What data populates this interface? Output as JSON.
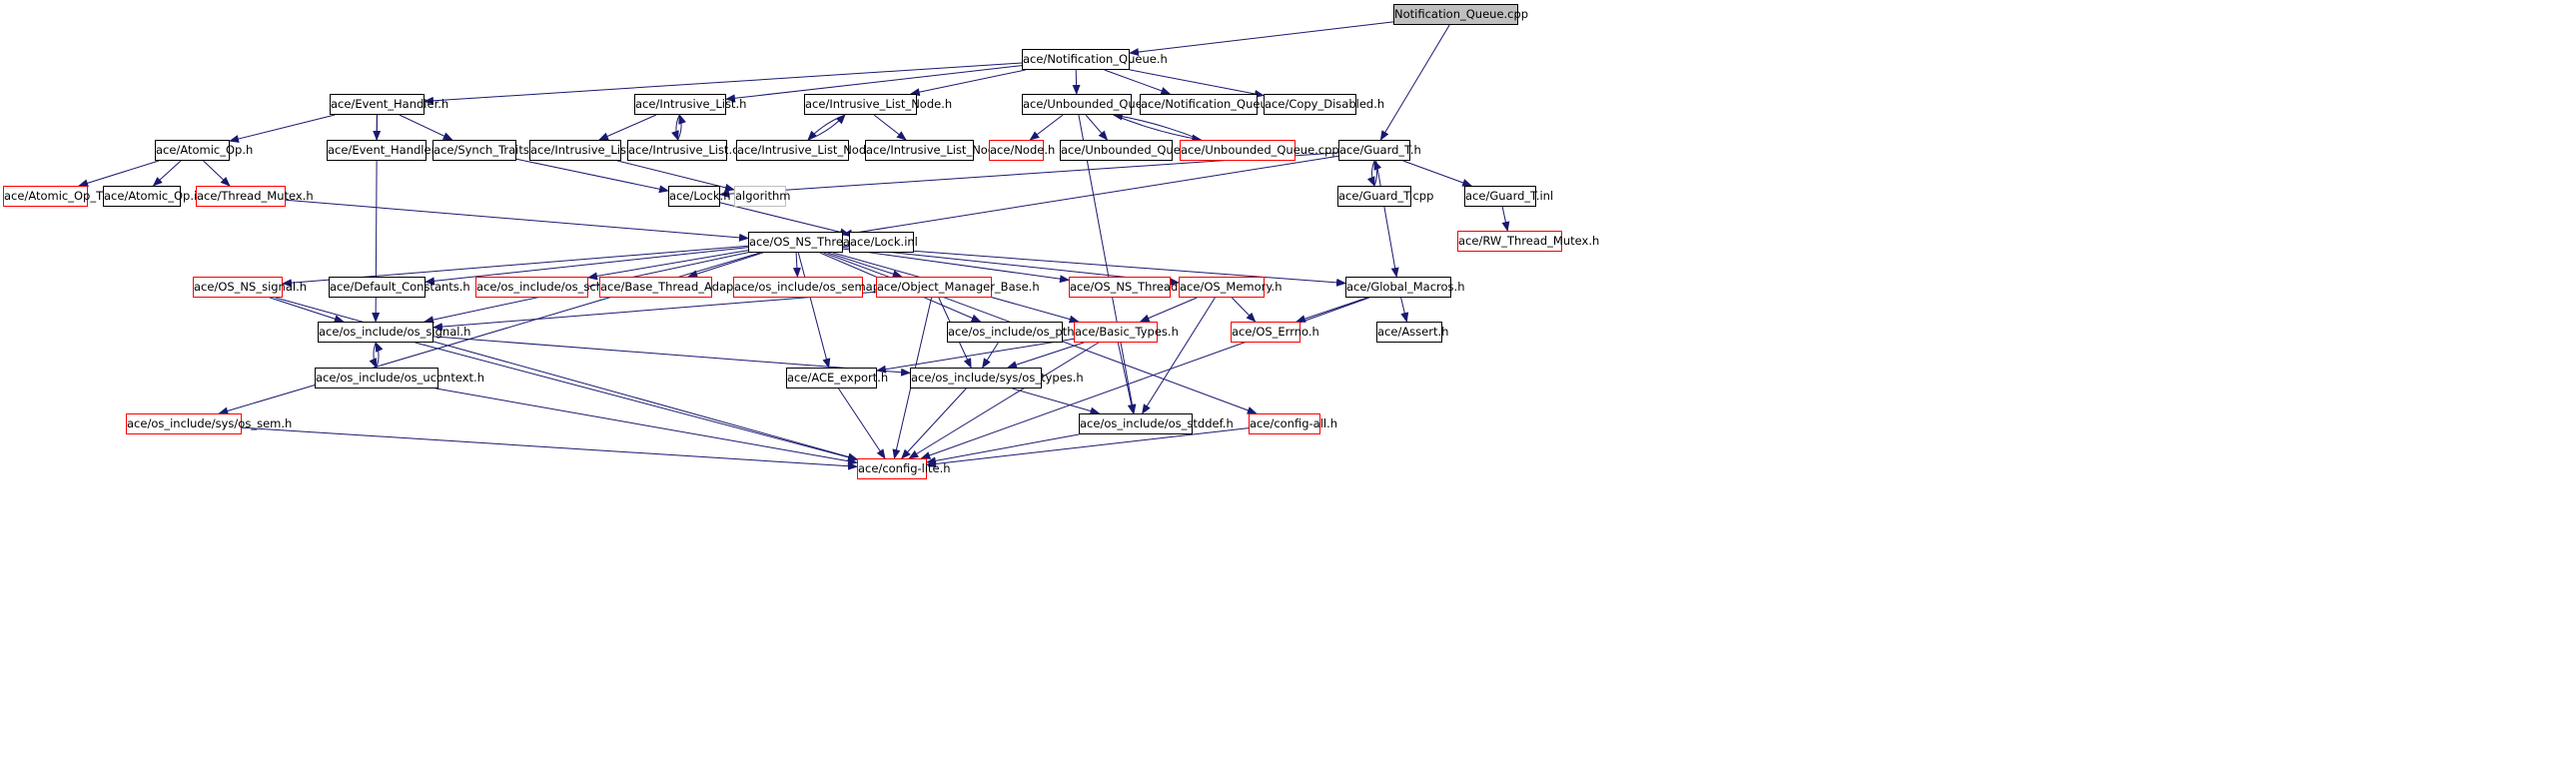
{
  "nodes": [
    {
      "id": "root",
      "label": "Notification_Queue.cpp",
      "kind": "root",
      "interactable": false
    },
    {
      "id": "nq_h",
      "label": "ace/Notification_Queue.h",
      "kind": "normal"
    },
    {
      "id": "eh_h",
      "label": "ace/Event_Handler.h",
      "kind": "normal"
    },
    {
      "id": "il_h",
      "label": "ace/Intrusive_List.h",
      "kind": "normal"
    },
    {
      "id": "iln_h",
      "label": "ace/Intrusive_List_Node.h",
      "kind": "normal"
    },
    {
      "id": "uq_h",
      "label": "ace/Unbounded_Queue.h",
      "kind": "normal"
    },
    {
      "id": "nq_inl",
      "label": "ace/Notification_Queue.inl",
      "kind": "normal"
    },
    {
      "id": "cd_h",
      "label": "ace/Copy_Disabled.h",
      "kind": "normal"
    },
    {
      "id": "ao_h",
      "label": "ace/Atomic_Op.h",
      "kind": "normal"
    },
    {
      "id": "eh_inl",
      "label": "ace/Event_Handler.inl",
      "kind": "normal"
    },
    {
      "id": "st_h",
      "label": "ace/Synch_Traits.h",
      "kind": "normal"
    },
    {
      "id": "il_inl",
      "label": "ace/Intrusive_List.inl",
      "kind": "normal"
    },
    {
      "id": "il_cpp",
      "label": "ace/Intrusive_List.cpp",
      "kind": "normal"
    },
    {
      "id": "iln_cpp",
      "label": "ace/Intrusive_List_Node.cpp",
      "kind": "normal"
    },
    {
      "id": "iln_inl",
      "label": "ace/Intrusive_List_Node.inl",
      "kind": "normal"
    },
    {
      "id": "node_h",
      "label": "ace/Node.h",
      "kind": "missing"
    },
    {
      "id": "uq_inl",
      "label": "ace/Unbounded_Queue.inl",
      "kind": "normal"
    },
    {
      "id": "uq_cpp",
      "label": "ace/Unbounded_Queue.cpp",
      "kind": "missing"
    },
    {
      "id": "gt_h",
      "label": "ace/Guard_T.h",
      "kind": "normal"
    },
    {
      "id": "aot_h",
      "label": "ace/Atomic_Op_T.h",
      "kind": "missing"
    },
    {
      "id": "ao_inl",
      "label": "ace/Atomic_Op.inl",
      "kind": "normal"
    },
    {
      "id": "tm_h",
      "label": "ace/Thread_Mutex.h",
      "kind": "missing"
    },
    {
      "id": "lock_h",
      "label": "ace/Lock.h",
      "kind": "normal"
    },
    {
      "id": "algorithm",
      "label": "algorithm",
      "kind": "plain",
      "interactable": false
    },
    {
      "id": "gt_cpp",
      "label": "ace/Guard_T.cpp",
      "kind": "normal"
    },
    {
      "id": "gt_inl",
      "label": "ace/Guard_T.inl",
      "kind": "normal"
    },
    {
      "id": "rwtm_h",
      "label": "ace/RW_Thread_Mutex.h",
      "kind": "missing"
    },
    {
      "id": "osnt_h",
      "label": "ace/OS_NS_Thread.h",
      "kind": "normal"
    },
    {
      "id": "lock_inl",
      "label": "ace/Lock.inl",
      "kind": "normal"
    },
    {
      "id": "osns_h",
      "label": "ace/OS_NS_signal.h",
      "kind": "missing"
    },
    {
      "id": "dc_h",
      "label": "ace/Default_Constants.h",
      "kind": "normal"
    },
    {
      "id": "ossched_h",
      "label": "ace/os_include/os_sched.h",
      "kind": "missing"
    },
    {
      "id": "bta_h",
      "label": "ace/Base_Thread_Adapter.h",
      "kind": "missing"
    },
    {
      "id": "ossem_h",
      "label": "ace/os_include/os_semaphore.h",
      "kind": "missing"
    },
    {
      "id": "omb_h",
      "label": "ace/Object_Manager_Base.h",
      "kind": "missing"
    },
    {
      "id": "osnt_inl",
      "label": "ace/OS_NS_Thread.inl",
      "kind": "missing"
    },
    {
      "id": "osmem_h",
      "label": "ace/OS_Memory.h",
      "kind": "missing"
    },
    {
      "id": "gm_h",
      "label": "ace/Global_Macros.h",
      "kind": "normal"
    },
    {
      "id": "ossig_h",
      "label": "ace/os_include/os_signal.h",
      "kind": "normal"
    },
    {
      "id": "ospth_h",
      "label": "ace/os_include/os_pthread.h",
      "kind": "normal"
    },
    {
      "id": "bt_h",
      "label": "ace/Basic_Types.h",
      "kind": "missing"
    },
    {
      "id": "oserrno_h",
      "label": "ace/OS_Errno.h",
      "kind": "missing"
    },
    {
      "id": "assert_h",
      "label": "ace/Assert.h",
      "kind": "normal"
    },
    {
      "id": "osuctx_h",
      "label": "ace/os_include/os_ucontext.h",
      "kind": "normal"
    },
    {
      "id": "aceexp_h",
      "label": "ace/ACE_export.h",
      "kind": "normal"
    },
    {
      "id": "ostypes_h",
      "label": "ace/os_include/sys/os_types.h",
      "kind": "normal"
    },
    {
      "id": "ossyssem_h",
      "label": "ace/os_include/sys/os_sem.h",
      "kind": "missing"
    },
    {
      "id": "osstddef_h",
      "label": "ace/os_include/os_stddef.h",
      "kind": "normal"
    },
    {
      "id": "cfgall_h",
      "label": "ace/config-all.h",
      "kind": "missing"
    },
    {
      "id": "cfglite_h",
      "label": "ace/config-lite.h",
      "kind": "missing"
    }
  ],
  "edges": [
    [
      "root",
      "nq_h"
    ],
    [
      "root",
      "gt_h"
    ],
    [
      "nq_h",
      "eh_h"
    ],
    [
      "nq_h",
      "il_h"
    ],
    [
      "nq_h",
      "iln_h"
    ],
    [
      "nq_h",
      "uq_h"
    ],
    [
      "nq_h",
      "nq_inl"
    ],
    [
      "nq_h",
      "cd_h"
    ],
    [
      "eh_h",
      "ao_h"
    ],
    [
      "eh_h",
      "eh_inl"
    ],
    [
      "eh_h",
      "st_h"
    ],
    [
      "eh_h",
      "ossig_h"
    ],
    [
      "il_h",
      "il_inl"
    ],
    [
      "il_h",
      "il_cpp"
    ],
    [
      "il_cpp",
      "il_h"
    ],
    [
      "iln_h",
      "iln_cpp"
    ],
    [
      "iln_cpp",
      "iln_h"
    ],
    [
      "iln_h",
      "iln_inl"
    ],
    [
      "uq_h",
      "node_h"
    ],
    [
      "uq_h",
      "uq_inl"
    ],
    [
      "uq_h",
      "uq_cpp"
    ],
    [
      "uq_cpp",
      "uq_h"
    ],
    [
      "uq_h",
      "osstddef_h"
    ],
    [
      "ao_h",
      "aot_h"
    ],
    [
      "ao_h",
      "ao_inl"
    ],
    [
      "ao_h",
      "tm_h"
    ],
    [
      "st_h",
      "lock_h"
    ],
    [
      "il_inl",
      "algorithm"
    ],
    [
      "gt_h",
      "lock_h"
    ],
    [
      "gt_h",
      "gt_cpp"
    ],
    [
      "gt_cpp",
      "gt_h"
    ],
    [
      "gt_h",
      "gt_inl"
    ],
    [
      "gt_h",
      "osnt_h"
    ],
    [
      "gt_h",
      "gm_h"
    ],
    [
      "gt_inl",
      "rwtm_h"
    ],
    [
      "tm_h",
      "osnt_h"
    ],
    [
      "lock_h",
      "lock_inl"
    ],
    [
      "osnt_h",
      "osns_h"
    ],
    [
      "osnt_h",
      "dc_h"
    ],
    [
      "osnt_h",
      "ossched_h"
    ],
    [
      "osnt_h",
      "bta_h"
    ],
    [
      "osnt_h",
      "ossem_h"
    ],
    [
      "osnt_h",
      "omb_h"
    ],
    [
      "osnt_h",
      "osnt_inl"
    ],
    [
      "osnt_h",
      "osmem_h"
    ],
    [
      "osnt_h",
      "gm_h"
    ],
    [
      "osnt_h",
      "ospth_h"
    ],
    [
      "osnt_h",
      "bt_h"
    ],
    [
      "osnt_h",
      "ossig_h"
    ],
    [
      "osnt_h",
      "aceexp_h"
    ],
    [
      "osnt_h",
      "ossyssem_h"
    ],
    [
      "osnt_h",
      "cfgall_h"
    ],
    [
      "osns_h",
      "ossig_h"
    ],
    [
      "osns_h",
      "cfglite_h"
    ],
    [
      "omb_h",
      "ossig_h"
    ],
    [
      "omb_h",
      "ostypes_h"
    ],
    [
      "omb_h",
      "cfglite_h"
    ],
    [
      "osmem_h",
      "bt_h"
    ],
    [
      "osmem_h",
      "oserrno_h"
    ],
    [
      "osmem_h",
      "osstddef_h"
    ],
    [
      "gm_h",
      "oserrno_h"
    ],
    [
      "gm_h",
      "assert_h"
    ],
    [
      "gm_h",
      "cfglite_h"
    ],
    [
      "ossig_h",
      "osuctx_h"
    ],
    [
      "osuctx_h",
      "ossig_h"
    ],
    [
      "ossig_h",
      "ostypes_h"
    ],
    [
      "ossig_h",
      "cfglite_h"
    ],
    [
      "ospth_h",
      "ostypes_h"
    ],
    [
      "bt_h",
      "aceexp_h"
    ],
    [
      "bt_h",
      "ostypes_h"
    ],
    [
      "bt_h",
      "osstddef_h"
    ],
    [
      "bt_h",
      "cfglite_h"
    ],
    [
      "osuctx_h",
      "cfglite_h"
    ],
    [
      "aceexp_h",
      "cfglite_h"
    ],
    [
      "ostypes_h",
      "osstddef_h"
    ],
    [
      "ostypes_h",
      "cfglite_h"
    ],
    [
      "ossyssem_h",
      "cfglite_h"
    ],
    [
      "osstddef_h",
      "cfglite_h"
    ],
    [
      "cfgall_h",
      "cfglite_h"
    ]
  ],
  "colors": {
    "edge": "#191970",
    "missing_border": "#ff0000",
    "normal_border": "#000000",
    "root_fill": "#bfbfbf",
    "plain_border": "#bfbfbf"
  }
}
